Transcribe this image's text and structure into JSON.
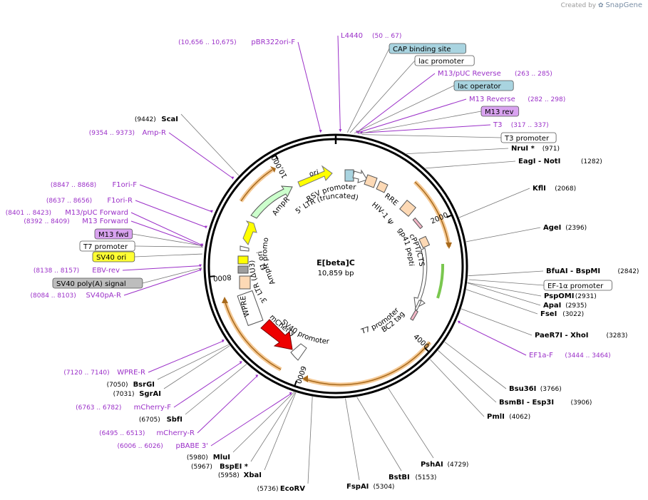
{
  "watermark": {
    "created_by": "Created by",
    "brand": "SnapGene"
  },
  "plasmid": {
    "name": "E[beta]C",
    "length": "10,859 bp"
  },
  "ticks": [
    {
      "label": "2000",
      "bp": 2000
    },
    {
      "label": "4000",
      "bp": 4000
    },
    {
      "label": "6000",
      "bp": 6000
    },
    {
      "label": "8000",
      "bp": 8000
    },
    {
      "label": "10,000",
      "bp": 10000
    }
  ],
  "enzymes": [
    {
      "name": "NruI *",
      "pos": "(971)",
      "bp": 971,
      "side": "right"
    },
    {
      "name": "EagI   - NotI",
      "pos": "(1282)",
      "bp": 1282,
      "side": "right"
    },
    {
      "name": "KflI",
      "pos": "(2068)",
      "bp": 2068,
      "side": "right"
    },
    {
      "name": "AgeI",
      "pos": "(2396)",
      "bp": 2396,
      "side": "right"
    },
    {
      "name": "BfuAI   - BspMI",
      "pos": "(2842)",
      "bp": 2842,
      "side": "right"
    },
    {
      "name": "PspOMI",
      "pos": "(2931)",
      "bp": 2931,
      "side": "right"
    },
    {
      "name": "ApaI",
      "pos": "(2935)",
      "bp": 2935,
      "side": "right"
    },
    {
      "name": "FseI",
      "pos": "(3022)",
      "bp": 3022,
      "side": "right"
    },
    {
      "name": "PaeR7I   - XhoI",
      "pos": "(3283)",
      "bp": 3283,
      "side": "right"
    },
    {
      "name": "Bsu36I",
      "pos": "(3766)",
      "bp": 3766,
      "side": "right"
    },
    {
      "name": "BsmBI   - Esp3I",
      "pos": "(3906)",
      "bp": 3906,
      "side": "right"
    },
    {
      "name": "PmlI",
      "pos": "(4062)",
      "bp": 4062,
      "side": "right"
    },
    {
      "name": "PshAI",
      "pos": "(4729)",
      "bp": 4729,
      "side": "right"
    },
    {
      "name": "BstBI",
      "pos": "(5153)",
      "bp": 5153,
      "side": "right"
    },
    {
      "name": "FspAI",
      "pos": "(5304)",
      "bp": 5304,
      "side": "right"
    },
    {
      "name": "EcoRV",
      "pos": "(5736)",
      "bp": 5736,
      "side": "left"
    },
    {
      "name": "XbaI",
      "pos": "(5958)",
      "bp": 5958,
      "side": "left"
    },
    {
      "name": "BspEI *",
      "pos": "(5967)",
      "bp": 5967,
      "side": "left"
    },
    {
      "name": "MluI",
      "pos": "(5980)",
      "bp": 5980,
      "side": "left"
    },
    {
      "name": "SbfI",
      "pos": "(6705)",
      "bp": 6705,
      "side": "left"
    },
    {
      "name": "SgrAI",
      "pos": "(7031)",
      "bp": 7031,
      "side": "left"
    },
    {
      "name": "BsrGI",
      "pos": "(7050)",
      "bp": 7050,
      "side": "left"
    },
    {
      "name": "ScaI",
      "pos": "(9442)",
      "bp": 9442,
      "side": "left"
    }
  ],
  "primers": [
    {
      "name": "L4440",
      "pos": "(50 .. 67)",
      "bp": 58
    },
    {
      "name": "M13/pUC Reverse",
      "pos": "(263 .. 285)",
      "bp": 274
    },
    {
      "name": "M13 Reverse",
      "pos": "(282 .. 298)",
      "bp": 290
    },
    {
      "name": "T3",
      "pos": "(317 .. 337)",
      "bp": 327
    },
    {
      "name": "EF1a-F",
      "pos": "(3444 .. 3464)",
      "bp": 3454
    },
    {
      "name": "pBABE 3'",
      "pos": "(6006 .. 6026)",
      "bp": 6016
    },
    {
      "name": "mCherry-R",
      "pos": "(6495 .. 6513)",
      "bp": 6504
    },
    {
      "name": "mCherry-F",
      "pos": "(6763 .. 6782)",
      "bp": 6772
    },
    {
      "name": "WPRE-R",
      "pos": "(7120 .. 7140)",
      "bp": 7130
    },
    {
      "name": "SV40pA-R",
      "pos": "(8084 .. 8103)",
      "bp": 8094
    },
    {
      "name": "EBV-rev",
      "pos": "(8138 .. 8157)",
      "bp": 8148
    },
    {
      "name": "M13 Forward",
      "pos": "(8392 .. 8409)",
      "bp": 8400
    },
    {
      "name": "M13/pUC Forward",
      "pos": "(8401 .. 8423)",
      "bp": 8412
    },
    {
      "name": "F1ori-R",
      "pos": "(8637 .. 8656)",
      "bp": 8646
    },
    {
      "name": "F1ori-F",
      "pos": "(8847 .. 8868)",
      "bp": 8858
    },
    {
      "name": "Amp-R",
      "pos": "(9354 .. 9373)",
      "bp": 9364
    },
    {
      "name": "pBR322ori-F",
      "pos": "(10,656 .. 10,675)",
      "bp": 10665
    }
  ],
  "boxed_features": [
    {
      "name": "CAP binding site",
      "bp": 150,
      "fill": "#a9d4e0"
    },
    {
      "name": "lac promoter",
      "bp": 185,
      "fill": "#ffffff"
    },
    {
      "name": "lac operator",
      "bp": 240,
      "fill": "#a9d4e0"
    },
    {
      "name": "M13 rev",
      "bp": 290,
      "fill": "#d9a3f0"
    },
    {
      "name": "T3 promoter",
      "bp": 340,
      "fill": "#ffffff"
    },
    {
      "name": "EF-1α promoter",
      "bp": 2890,
      "fill": "#ffffff"
    },
    {
      "name": "SV40 poly(A) signal",
      "bp": 8120,
      "fill": "#bdbdbd"
    },
    {
      "name": "SV40 ori",
      "bp": 8300,
      "fill": "#ffff33"
    },
    {
      "name": "T7 promoter",
      "bp": 8390,
      "fill": "#ffffff"
    },
    {
      "name": "M13 fwd",
      "bp": 8405,
      "fill": "#d9a3f0"
    }
  ],
  "inner_labels": [
    {
      "text": "ori",
      "color": "#000000"
    },
    {
      "text": "RSV promoter",
      "color": "#000000"
    },
    {
      "text": "5' LTR (truncated)",
      "color": "#000000"
    },
    {
      "text": "HIV-1 Ψ",
      "color": "#000000"
    },
    {
      "text": "RRE",
      "color": "#000000"
    },
    {
      "text": "gp41 peptide",
      "color": "#000000"
    },
    {
      "text": "cPPT/CTS",
      "color": "#000000"
    },
    {
      "text": "T7 promoter",
      "color": "#000000"
    },
    {
      "text": "BC2 tag",
      "color": "#000000"
    },
    {
      "text": "SV40 promoter",
      "color": "#000000"
    },
    {
      "text": "mCherry",
      "color": "#000000"
    },
    {
      "text": "WPRE",
      "color": "#000000"
    },
    {
      "text": "3' LTR (ΔU3)",
      "color": "#000000"
    },
    {
      "text": "AmpR promoter",
      "color": "#000000"
    },
    {
      "text": "f1 ori",
      "color": "#000000"
    },
    {
      "text": "AmpR",
      "color": "#000000"
    }
  ]
}
